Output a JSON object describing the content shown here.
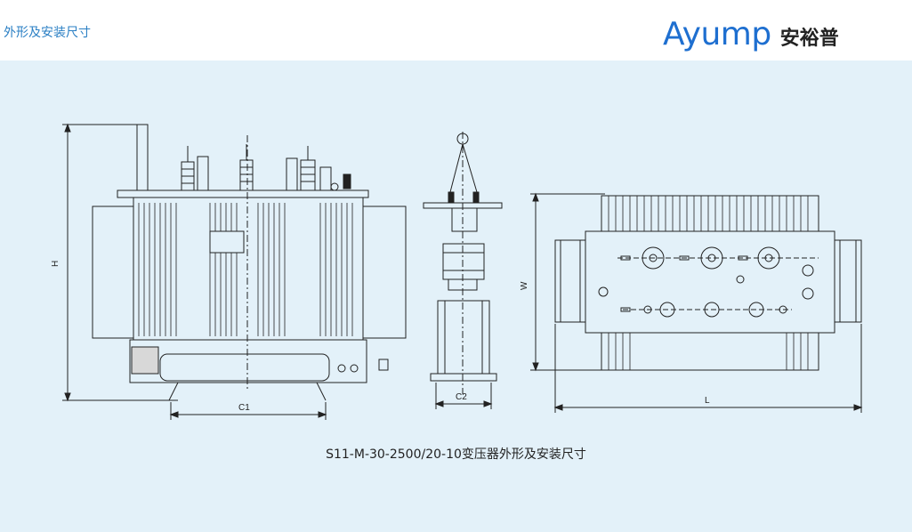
{
  "header": {
    "section_title": "外形及安装尺寸",
    "logo_latin": "Ayump",
    "logo_cn": "安裕普",
    "brand_color": "#1e6fd0",
    "title_color": "#2a7fc4"
  },
  "panel": {
    "background": "#e3f1f9"
  },
  "drawing": {
    "labels": {
      "h": "H",
      "c1": "C1",
      "c2": "C2",
      "w": "W",
      "l": "L"
    }
  },
  "caption": "S11-M-30-2500/20-10变压器外形及安装尺寸"
}
